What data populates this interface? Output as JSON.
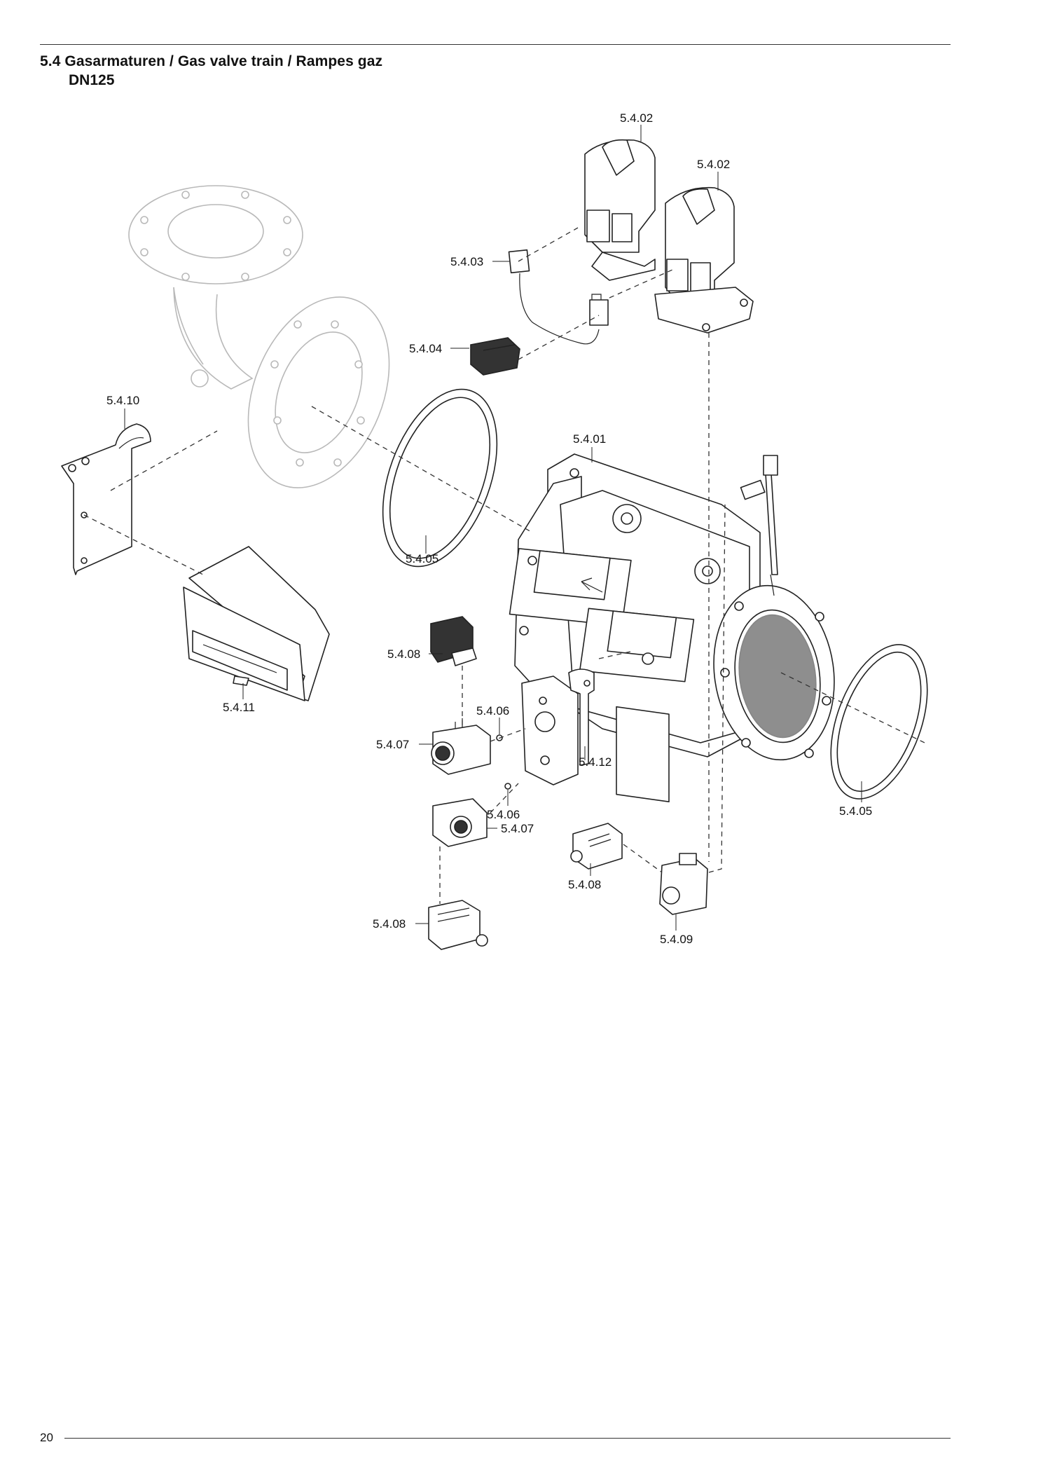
{
  "header": {
    "title": "5.4 Gasarmaturen / Gas valve train / Rampes gaz",
    "subtitle": "DN125"
  },
  "footer": {
    "page_number": "20"
  },
  "diagram": {
    "callouts": [
      "5.4.02",
      "5.4.02",
      "5.4.03",
      "5.4.04",
      "5.4.10",
      "5.4.01",
      "5.4.05",
      "5.4.05",
      "5.4.08",
      "5.4.11",
      "5.4.06",
      "5.4.07",
      "5.4.12",
      "5.4.06",
      "5.4.07",
      "5.4.08",
      "5.4.09",
      "5.4.08"
    ]
  }
}
